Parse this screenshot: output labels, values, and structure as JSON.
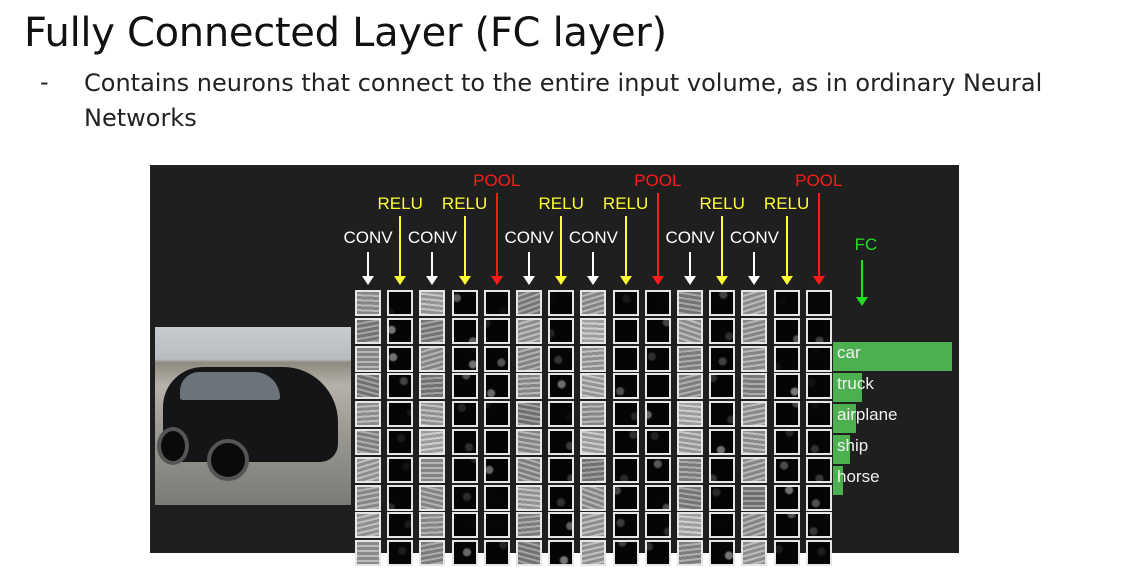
{
  "title": "Fully Connected Layer (FC layer)",
  "bullet_marker": "-",
  "bullet": "Contains neurons that connect to the entire input volume, as in ordinary Neural Networks",
  "diagram": {
    "layers": [
      {
        "label": "CONV",
        "kind": "conv"
      },
      {
        "label": "RELU",
        "kind": "relu"
      },
      {
        "label": "CONV",
        "kind": "conv"
      },
      {
        "label": "RELU",
        "kind": "relu"
      },
      {
        "label": "POOL",
        "kind": "pool"
      },
      {
        "label": "CONV",
        "kind": "conv"
      },
      {
        "label": "RELU",
        "kind": "relu"
      },
      {
        "label": "CONV",
        "kind": "conv"
      },
      {
        "label": "RELU",
        "kind": "relu"
      },
      {
        "label": "POOL",
        "kind": "pool"
      },
      {
        "label": "CONV",
        "kind": "conv"
      },
      {
        "label": "RELU",
        "kind": "relu"
      },
      {
        "label": "CONV",
        "kind": "conv"
      },
      {
        "label": "RELU",
        "kind": "relu"
      },
      {
        "label": "POOL",
        "kind": "pool"
      }
    ],
    "fc_label": "FC",
    "colors": {
      "conv": "#ffffff",
      "relu": "#ffff33",
      "pool": "#ff1a1a",
      "fc": "#22dd22",
      "bar": "#4caf50"
    },
    "scores": [
      {
        "label": "car",
        "value": 1.0
      },
      {
        "label": "truck",
        "value": 0.24
      },
      {
        "label": "airplane",
        "value": 0.19
      },
      {
        "label": "ship",
        "value": 0.14
      },
      {
        "label": "horse",
        "value": 0.08
      }
    ]
  }
}
